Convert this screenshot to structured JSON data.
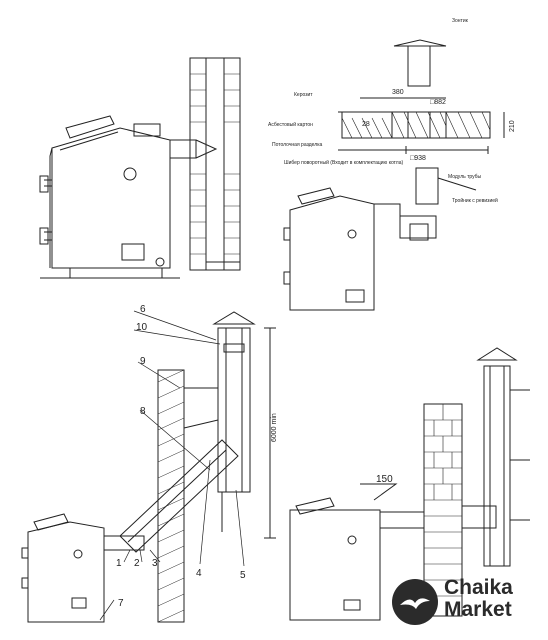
{
  "top_right_labels": {
    "zontik": "Зонтик",
    "kerosin": "Керозит",
    "asbest": "Асбестовый картон",
    "potolok": "Потолочная разделка",
    "shiber": "Шибер поворотный (Входит в комплектацию котла)",
    "modul": "Модуль трубы",
    "troynik": "Тройник с ревизией"
  },
  "top_right_dims": {
    "d380": "380",
    "d882": "□882",
    "d28": "28",
    "d210": "210",
    "d938": "□938"
  },
  "callouts": [
    "1",
    "2",
    "3",
    "4",
    "5",
    "6",
    "7",
    "8",
    "9",
    "10"
  ],
  "height_dim": "6000 min",
  "angle_dim": "150",
  "brand": {
    "line1": "Chaika",
    "line2": "Market"
  }
}
